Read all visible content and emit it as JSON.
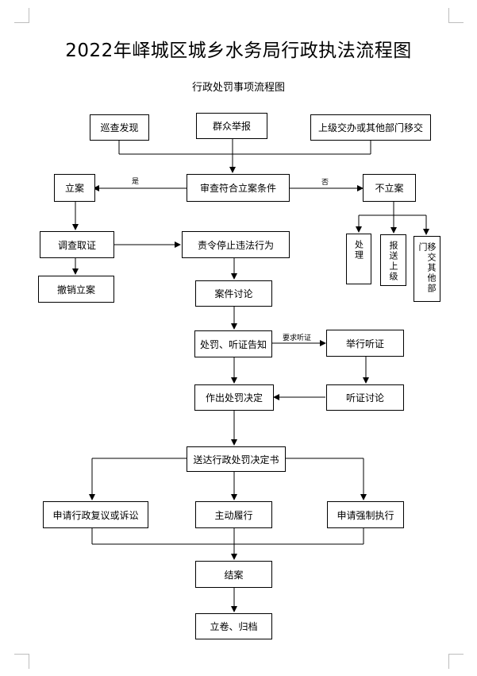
{
  "title": "2022年峄城区城乡水务局行政执法流程图",
  "subtitle": "行政处罚事项流程图",
  "nodes": {
    "patrol": "巡查发现",
    "report": "群众举报",
    "transfer": "上级交办或其他部门移交",
    "review": "审查符合立案条件",
    "file": "立案",
    "nofile": "不立案",
    "dispose": "处理",
    "superior": "报送上级",
    "other": "移交其他部门",
    "investigate": "调查取证",
    "stop": "责令停止违法行为",
    "revoke": "撤销立案",
    "discuss": "案件讨论",
    "notify": "处罚、听证告知",
    "hearing": "举行听证",
    "decision": "作出处罚决定",
    "hearing_discuss": "听证讨论",
    "deliver": "送达行政处罚决定书",
    "appeal": "申请行政复议或诉讼",
    "comply": "主动履行",
    "enforce": "申请强制执行",
    "close": "结案",
    "archive": "立卷、归档"
  },
  "labels": {
    "yes": "是",
    "no": "否",
    "request_hearing": "要求听证"
  }
}
